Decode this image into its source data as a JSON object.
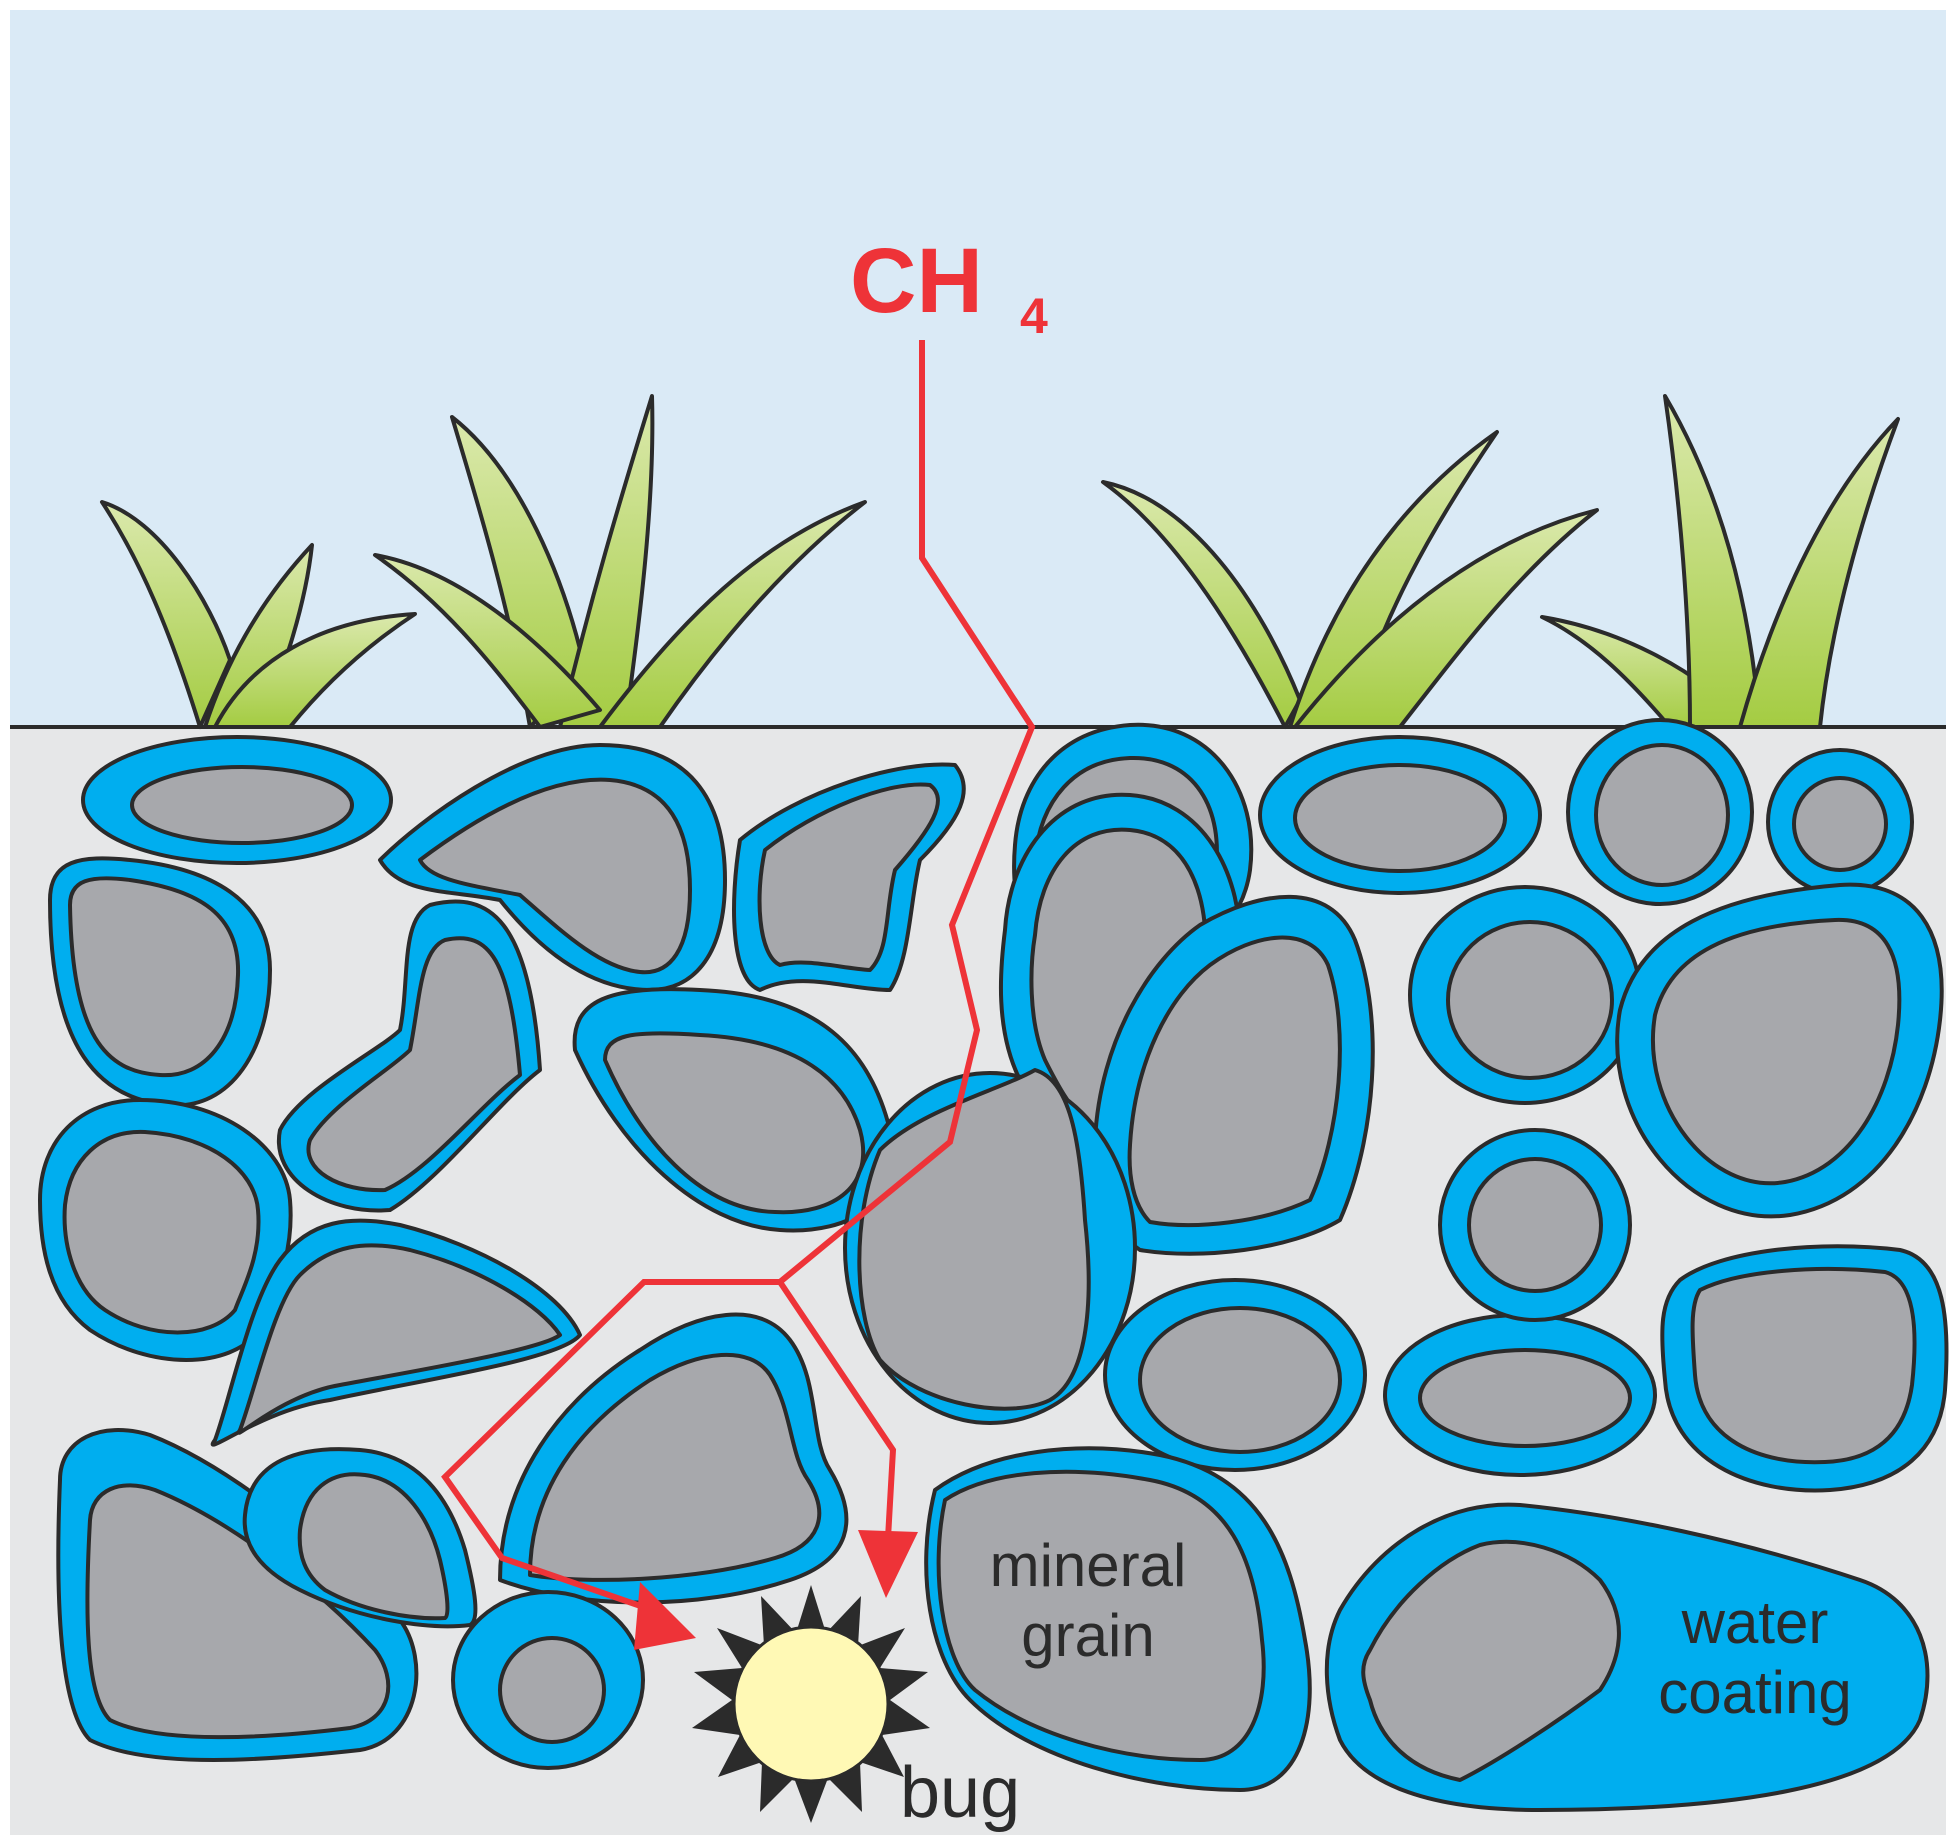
{
  "labels": {
    "methane": "CH",
    "methane_sub": "4",
    "grain_line1": "mineral",
    "grain_line2": "grain",
    "water_line1": "water",
    "water_line2": "coating",
    "bug": "bug"
  },
  "colors": {
    "sky": "#daeaf6",
    "soil": "#e6e7e8",
    "water_coating": "#00aeef",
    "mineral_grain": "#a7a8ac",
    "methane_path": "#ee3338",
    "bug_fill": "#fff9b5",
    "leaf_light": "#cfe29a",
    "leaf_dark": "#a9cf4a",
    "outline": "#2b2b2b"
  }
}
